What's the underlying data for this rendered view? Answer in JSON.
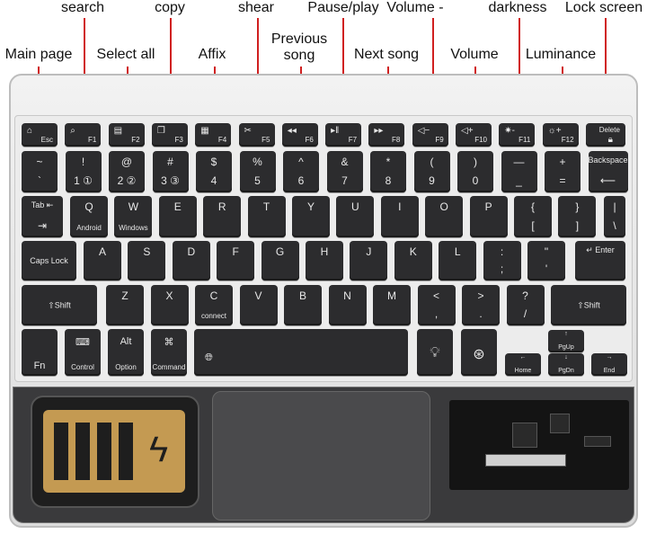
{
  "callouts": {
    "top": [
      {
        "text": "search"
      },
      {
        "text": "copy"
      },
      {
        "text": "shear"
      },
      {
        "text": "Pause/play"
      },
      {
        "text": "Volume -"
      },
      {
        "text": "darkness"
      },
      {
        "text": "Lock screen"
      }
    ],
    "second": [
      {
        "text": "Main page"
      },
      {
        "text": "Select all"
      },
      {
        "text": "Affix"
      },
      {
        "text": "Previous song"
      },
      {
        "text": "Next song"
      },
      {
        "text": "Volume"
      },
      {
        "text": "Luminance"
      }
    ],
    "line_color": "#d02020"
  },
  "fn_row": [
    {
      "icon": "home-icon",
      "label": "Esc"
    },
    {
      "icon": "search-icon",
      "label": "F1"
    },
    {
      "icon": "select-all-icon",
      "label": "F2"
    },
    {
      "icon": "copy-icon",
      "label": "F3"
    },
    {
      "icon": "paste-icon",
      "label": "F4"
    },
    {
      "icon": "scissors-icon",
      "label": "F5"
    },
    {
      "icon": "previous-track-icon",
      "label": "F6"
    },
    {
      "icon": "play-pause-icon",
      "label": "F7"
    },
    {
      "icon": "next-track-icon",
      "label": "F8"
    },
    {
      "icon": "volume-down-icon",
      "label": "F9"
    },
    {
      "icon": "volume-up-icon",
      "label": "F10"
    },
    {
      "icon": "brightness-down-icon",
      "label": "F11"
    },
    {
      "icon": "brightness-up-icon",
      "label": "F12"
    },
    {
      "icon": "lock-icon",
      "label": "Delete"
    }
  ],
  "number_row": [
    {
      "t": "~",
      "b": "`"
    },
    {
      "t": "!",
      "b": "1 ①"
    },
    {
      "t": "@",
      "b": "2 ②"
    },
    {
      "t": "#",
      "b": "3 ③"
    },
    {
      "t": "$",
      "b": "4"
    },
    {
      "t": "%",
      "b": "5"
    },
    {
      "t": "^",
      "b": "6"
    },
    {
      "t": "&",
      "b": "7"
    },
    {
      "t": "*",
      "b": "8"
    },
    {
      "t": "(",
      "b": "9"
    },
    {
      "t": ")",
      "b": "0"
    },
    {
      "t": "—",
      "b": "_"
    },
    {
      "t": "+",
      "b": "="
    },
    {
      "t": "Backspace",
      "b": "⟵"
    }
  ],
  "q_row": [
    {
      "t": "Tab ⇤",
      "b": "⇥"
    },
    {
      "t": "Q",
      "b": "Android"
    },
    {
      "t": "W",
      "b": "Windows"
    },
    {
      "t": "E",
      "b": ""
    },
    {
      "t": "R",
      "b": ""
    },
    {
      "t": "T",
      "b": ""
    },
    {
      "t": "Y",
      "b": ""
    },
    {
      "t": "U",
      "b": ""
    },
    {
      "t": "I",
      "b": ""
    },
    {
      "t": "O",
      "b": ""
    },
    {
      "t": "P",
      "b": ""
    },
    {
      "t": "{",
      "b": "["
    },
    {
      "t": "}",
      "b": "]"
    },
    {
      "t": "|",
      "b": "\\"
    }
  ],
  "a_row": [
    {
      "t": "Caps Lock",
      "b": ""
    },
    {
      "t": "A",
      "b": ""
    },
    {
      "t": "S",
      "b": ""
    },
    {
      "t": "D",
      "b": ""
    },
    {
      "t": "F",
      "b": ""
    },
    {
      "t": "G",
      "b": ""
    },
    {
      "t": "H",
      "b": ""
    },
    {
      "t": "J",
      "b": ""
    },
    {
      "t": "K",
      "b": ""
    },
    {
      "t": "L",
      "b": ""
    },
    {
      "t": ":",
      "b": ";"
    },
    {
      "t": "\"",
      "b": "'"
    },
    {
      "t": "↵ Enter",
      "b": ""
    }
  ],
  "z_row": [
    {
      "t": "⇧Shift",
      "b": ""
    },
    {
      "t": "Z",
      "b": ""
    },
    {
      "t": "X",
      "b": ""
    },
    {
      "t": "C",
      "b": "connect"
    },
    {
      "t": "V",
      "b": ""
    },
    {
      "t": "B",
      "b": ""
    },
    {
      "t": "N",
      "b": ""
    },
    {
      "t": "M",
      "b": ""
    },
    {
      "t": "<",
      "b": ","
    },
    {
      "t": ">",
      "b": "."
    },
    {
      "t": "?",
      "b": "/"
    },
    {
      "t": "⇧Shift",
      "b": ""
    }
  ],
  "bottom_row": [
    {
      "t": "",
      "b": "Fn"
    },
    {
      "t": "⌨",
      "b": "Control"
    },
    {
      "t": "Alt",
      "b": "Option"
    },
    {
      "t": "⌘",
      "b": "Command"
    },
    {
      "t": "🌐︎",
      "b": ""
    },
    {
      "t": "💡︎",
      "b": ""
    },
    {
      "t": "⊛",
      "b": ""
    },
    {
      "t": "←",
      "b": "Home"
    },
    {
      "t": "↑",
      "b": "PgUp"
    },
    {
      "t": "↓",
      "b": "PgDn"
    },
    {
      "t": "→",
      "b": "End"
    }
  ],
  "colors": {
    "key": "#2c2c2e",
    "battery_gold": "#c49a52"
  }
}
